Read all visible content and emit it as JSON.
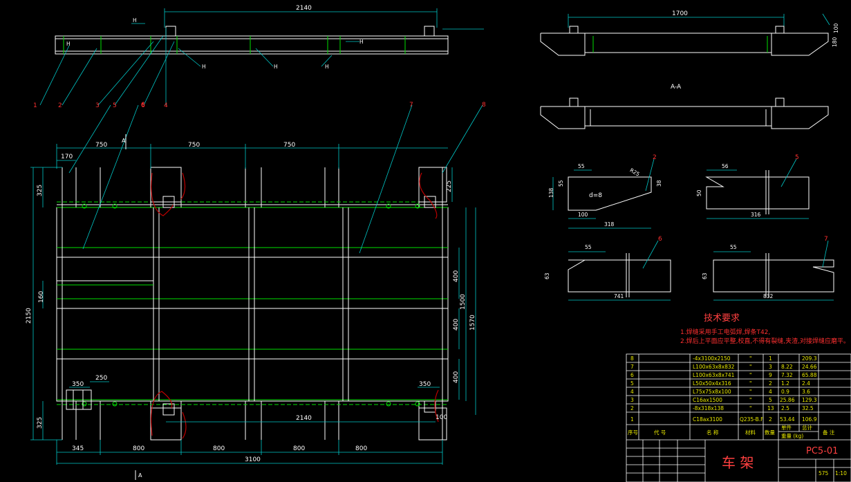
{
  "front_view": {
    "top_dim": "2140",
    "labels": [
      "1",
      "2",
      "3",
      "5",
      "6",
      "4"
    ],
    "weld_marks": [
      "H",
      "H",
      "H",
      "H",
      "H",
      "H"
    ]
  },
  "plan_view": {
    "top_dims": [
      "750",
      "750",
      "750"
    ],
    "small_top_dim": "170",
    "left_dims": [
      "2150",
      "325",
      "160",
      "325"
    ],
    "right_dims": [
      "225",
      "400",
      "1500",
      "1570",
      "400",
      "400"
    ],
    "mid_dims": [
      "2140"
    ],
    "small_dims_bottom": [
      "350",
      "250",
      "350",
      "100"
    ],
    "bottom_dims": [
      "345",
      "800",
      "800",
      "800",
      "800"
    ],
    "bottom_total": "3100",
    "callouts": [
      "6",
      "7",
      "8"
    ],
    "section_mark": "A"
  },
  "side_view": {
    "top_dim": "1700",
    "right_dims": [
      "100",
      "180"
    ],
    "section_label": "A-A"
  },
  "details": {
    "d2": {
      "label": "2",
      "dims": [
        "55",
        "138",
        "100",
        "318",
        "R25",
        "38",
        "55"
      ],
      "note": "d=8"
    },
    "d5": {
      "label": "5",
      "dims": [
        "56",
        "50",
        "316"
      ]
    },
    "d6": {
      "label": "6",
      "dims": [
        "55",
        "63",
        "741"
      ]
    },
    "d7": {
      "label": "7",
      "dims": [
        "55",
        "63",
        "832"
      ]
    }
  },
  "tech_req": {
    "title": "技术要求",
    "line1": "1.焊缝采用手工电弧焊,焊条T42,",
    "line2": "2.焊后上平面应平整,校直,不得有裂缝,夹渣,对接焊缝应磨平。"
  },
  "bom": {
    "rows": [
      [
        "8",
        "",
        "-4x3100x2150",
        "\"",
        "1",
        "",
        "209.3",
        ""
      ],
      [
        "7",
        "",
        "L100x63x8x832",
        "\"",
        "3",
        "8.22",
        "24.66",
        ""
      ],
      [
        "6",
        "",
        "L100x63x8x741",
        "\"",
        "9",
        "7.32",
        "65.88",
        ""
      ],
      [
        "5",
        "",
        "L50x50x4x316",
        "\"",
        "2",
        "1.2",
        "2.4",
        ""
      ],
      [
        "4",
        "",
        "L75x75x8x100",
        "\"",
        "4",
        "0.9",
        "3.6",
        ""
      ],
      [
        "3",
        "",
        "C16ax1500",
        "\"",
        "5",
        "25.86",
        "129.3",
        ""
      ],
      [
        "2",
        "",
        "-8x318x138",
        "\"",
        "13",
        "2.5",
        "32.5",
        ""
      ],
      [
        "1",
        "",
        "C18ax3100",
        "Q235-B.F",
        "2",
        "53.44",
        "106.9",
        ""
      ]
    ],
    "header": [
      "序号",
      "代 号",
      "名 称",
      "材料",
      "数量",
      "单件",
      "总计",
      "备 注"
    ],
    "weight_label": "重量 (kg)",
    "part_name": "车 架",
    "drawing_no": "PC5-01",
    "weight": "575",
    "scale": "1:10"
  }
}
